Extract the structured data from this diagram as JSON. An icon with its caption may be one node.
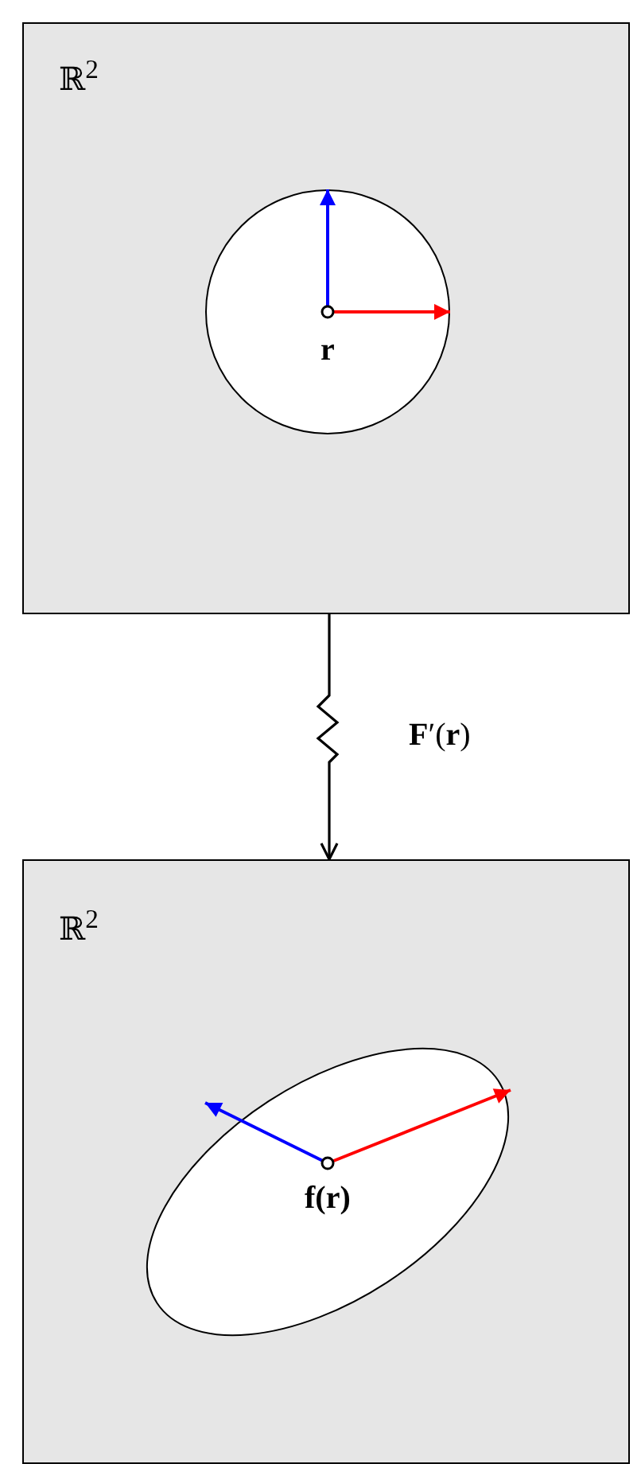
{
  "diagram": {
    "nodes": [
      {
        "text": [
          "ℝ$^{2}$"
        ]
      },
      {
        "text": [
          "r"
        ],
        "in": 0
      },
      {
        "text": [
          "ℝ$^{2}$"
        ]
      },
      {
        "text": [
          "**f**(**r**)"
        ],
        "in": 2
      }
    ],
    "edges": [
      {
        "from": 0,
        "to": 2,
        "arrow": "to",
        "label": "**F**′(**r**)"
      }
    ]
  }
}
